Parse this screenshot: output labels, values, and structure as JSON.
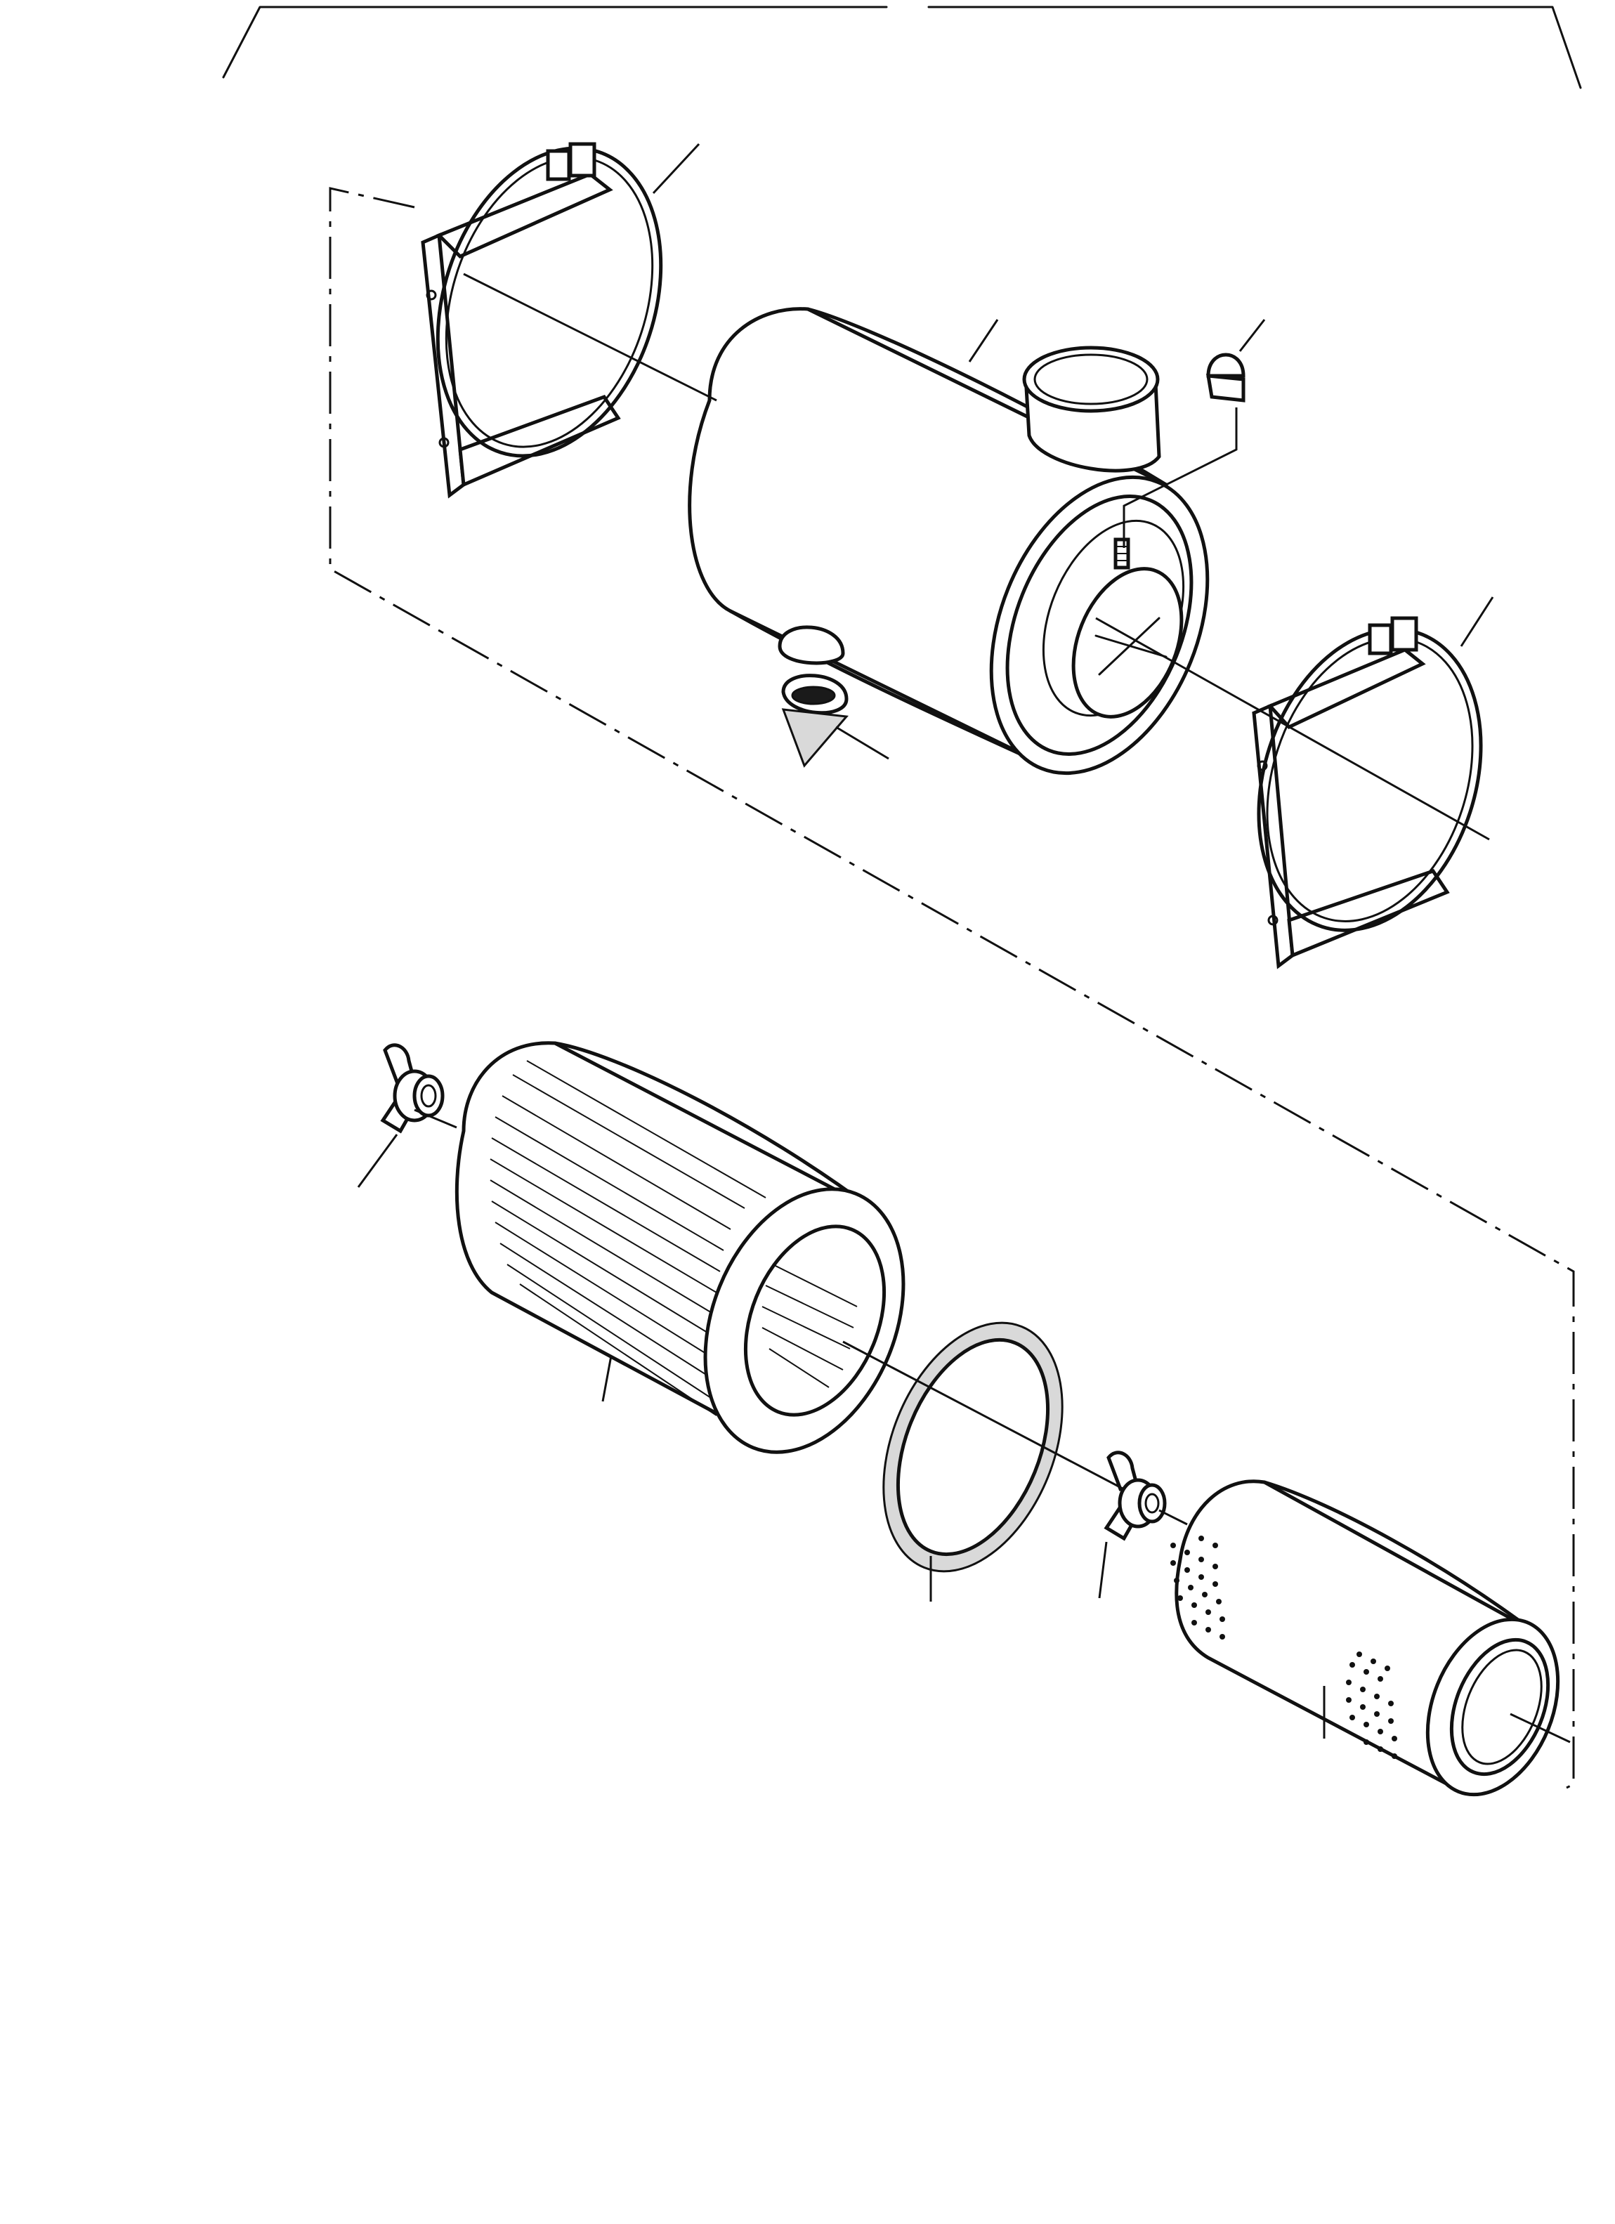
{
  "figure": {
    "kind": "exploded parts illustration",
    "parts": [
      {
        "name": "mounting-band-left"
      },
      {
        "name": "air-cleaner-body"
      },
      {
        "name": "cap-nut"
      },
      {
        "name": "dust-valve"
      },
      {
        "name": "mounting-band-right"
      },
      {
        "name": "wing-nut-outer"
      },
      {
        "name": "outer-filter-element"
      },
      {
        "name": "gasket"
      },
      {
        "name": "wing-nut-inner"
      },
      {
        "name": "inner-safety-element"
      }
    ],
    "colors": {
      "ink": "#111111",
      "background": "#ffffff",
      "shade": "#d9d9d9"
    }
  }
}
